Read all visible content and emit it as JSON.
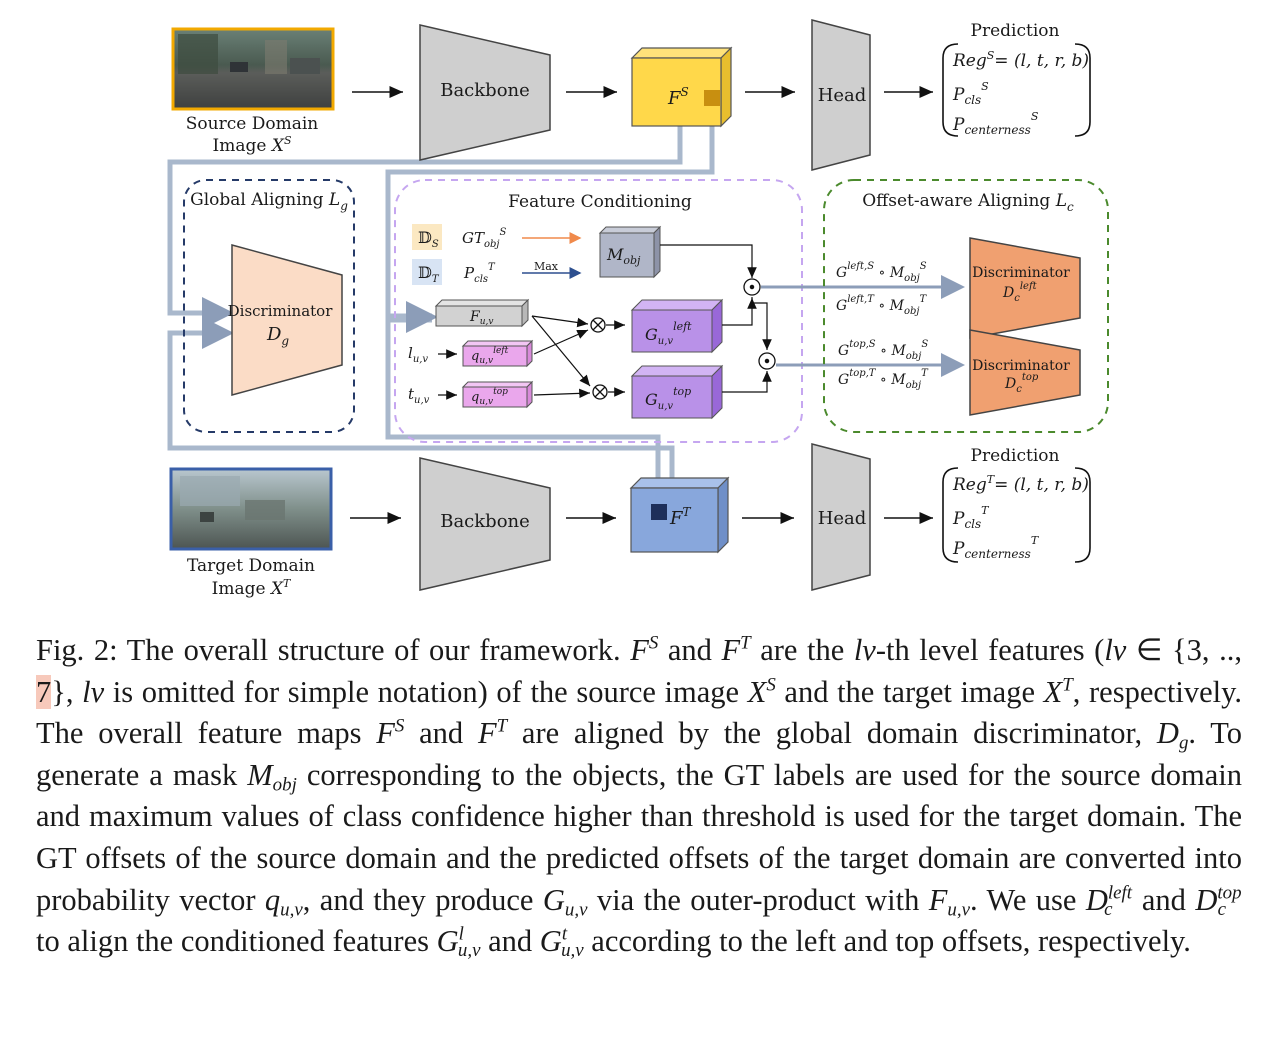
{
  "figure": {
    "source": {
      "caption_line1": "Source Domain",
      "caption_line2_prefix": "Image ",
      "var": "X",
      "sup": "S"
    },
    "target": {
      "caption_line1": "Target Domain",
      "caption_line2_prefix": "Image ",
      "var": "X",
      "sup": "T"
    },
    "backbone_label": "Backbone",
    "head_label": "Head",
    "feature_source": {
      "var": "F",
      "sup": "S"
    },
    "feature_target": {
      "var": "F",
      "sup": "T"
    },
    "prediction_title": "Prediction",
    "pred_source": {
      "reg": "Reg",
      "reg_sup": "S",
      "reg_rest": "= (l, t, r, b)",
      "cls": "P",
      "cls_sub": "cls",
      "cls_sup": "S",
      "cen": "P",
      "cen_sub": "centerness",
      "cen_sup": "S"
    },
    "pred_target": {
      "reg": "Reg",
      "reg_sup": "T",
      "reg_rest": "= (l, t, r, b)",
      "cls": "P",
      "cls_sub": "cls",
      "cls_sup": "T",
      "cen": "P",
      "cen_sub": "centerness",
      "cen_sup": "T"
    },
    "global_aligning": {
      "title": "Global Aligning ",
      "var": "L",
      "sub": "g",
      "disc_label": "Discriminator",
      "disc_var": "D",
      "disc_sub": "g"
    },
    "feature_conditioning": {
      "title": "Feature Conditioning",
      "ds": "𝔻",
      "ds_sub": "S",
      "dt": "𝔻",
      "dt_sub": "T",
      "gt_obj": "GT",
      "gt_obj_sub": "obj",
      "gt_obj_sup": "S",
      "p_cls": "P",
      "p_cls_sub": "cls",
      "p_cls_sup": "T",
      "max_label": "Max",
      "m_obj": "M",
      "m_obj_sub": "obj",
      "f_uv": "F",
      "f_uv_sub": "u,v",
      "l_uv": "l",
      "l_uv_sub": "u,v",
      "t_uv": "t",
      "t_uv_sub": "u,v",
      "q_left": "q",
      "q_left_sub": "u,v",
      "q_left_sup": "left",
      "q_top": "q",
      "q_top_sub": "u,v",
      "q_top_sup": "top",
      "g_left": "G",
      "g_left_sub": "u,v",
      "g_left_sup": "left",
      "g_top": "G",
      "g_top_sub": "u,v",
      "g_top_sup": "top"
    },
    "offset_aligning": {
      "title": "Offset-aware Aligning ",
      "var": "L",
      "sub": "c",
      "disc_label": "Discriminator",
      "disc_left_var": "D",
      "disc_left_sub": "c",
      "disc_left_sup": "left",
      "disc_top_var": "D",
      "disc_top_sub": "c",
      "disc_top_sup": "top",
      "label_left_s": "G",
      "label_left_s_sup": "left,S",
      "label_left_t": "G",
      "label_left_t_sup": "left,T",
      "label_top_s": "G",
      "label_top_s_sup": "top,S",
      "label_top_t": "G",
      "label_top_t_sup": "top,T",
      "mobj": "M",
      "mobj_sub": "obj",
      "mobj_s": "S",
      "mobj_t": "T"
    },
    "colors": {
      "source_border": "#f2a900",
      "target_border": "#3a5fa8",
      "feature_source": "#ffd84a",
      "feature_target": "#88a7dc",
      "gray_block": "#cfcfcf",
      "disc_global": "#fbdcc6",
      "disc_offset": "#f0a070",
      "purple": "#b991e8",
      "pink": "#eaa7ec",
      "connector": "#9fb0c8",
      "global_dash": "#253a68",
      "fc_dash": "#c5a6f0",
      "oa_dash": "#4b8a2d"
    }
  },
  "caption": {
    "fig_label": "Fig. 2:",
    "s1": " The overall structure of our framework. ",
    "s2": " and ",
    "s3": " are the ",
    "lv": "lv",
    "s4": "-th level features (",
    "lv_set": "lv",
    "s5": " ∈ {3, .., ",
    "seven": "7",
    "s6": "}, ",
    "lv2": "lv",
    "s7": " is omitted for simple notation) of the source image ",
    "s8": " and the target image ",
    "s9": ", respectively. The overall feature maps ",
    "s10": " and ",
    "s11": " are aligned by the global domain discriminator, ",
    "s12": ". To generate a mask ",
    "s13": " corresponding to the objects, the GT labels are used for the source domain and maximum values of class confidence higher than threshold is used for the target domain. The GT offsets of the source domain and the predicted offsets of the target domain are converted into probability vector ",
    "s14": ", and they produce ",
    "s15": " via the outer-product with ",
    "s16": ". We use ",
    "s17": " and ",
    "s18": " to align the conditioned features ",
    "s19": " and ",
    "s20": " according to the left and top offsets, respectively.",
    "sym": {
      "F": "F",
      "S": "S",
      "T": "T",
      "X": "X",
      "D": "D",
      "g": "g",
      "M": "M",
      "obj": "obj",
      "q": "q",
      "uv": "u,v",
      "G": "G",
      "c": "c",
      "left": "left",
      "top": "top",
      "l": "l",
      "t": "t"
    }
  }
}
